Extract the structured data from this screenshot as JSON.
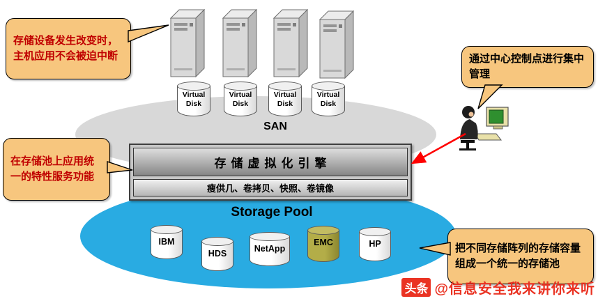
{
  "colors": {
    "callout_fill": "#F7C67E",
    "callout_red_text": "#C00000",
    "pool_blue": "#29ABE2",
    "san_gray": "#D8D8D8",
    "emc_olive": "#B3AD48",
    "arrow_red": "#FF0000",
    "watermark_red": "#EA3323"
  },
  "callouts": {
    "storage_change": "存储设备发生改变时，主机应用不会被迫中断",
    "unified_services": "在存储池上应用统一的特性服务功能",
    "central_management": "通过中心控制点进行集中管理",
    "pool_composition": "把不同存储阵列的存储容量组成一个统一的存储池"
  },
  "san": {
    "label": "SAN"
  },
  "virtual_disks": [
    "Virtual Disk",
    "Virtual Disk",
    "Virtual Disk",
    "Virtual Disk"
  ],
  "engine": {
    "title": "存储虚拟化引擎",
    "features": "瘦供几、卷拷贝、快照、卷镜像"
  },
  "storage_pool": {
    "label": "Storage Pool",
    "vendors": [
      "IBM",
      "HDS",
      "NetApp",
      "EMC",
      "HP"
    ]
  },
  "watermark": {
    "badge": "头条",
    "text": "@信息安全我来讲你来听"
  }
}
